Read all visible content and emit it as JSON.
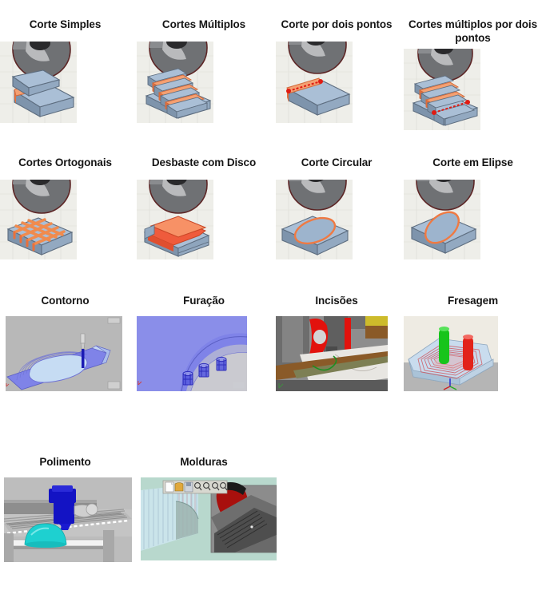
{
  "page": {
    "title_language": "pt-BR",
    "background_color": "#ffffff",
    "caption_color": "#151515",
    "rows": 4,
    "columns": 4
  },
  "items": [
    {
      "id": "corte-simples",
      "label": "Corte Simples",
      "row": 1,
      "col": 1,
      "image": "saw-blade-single-cut",
      "thumb_w": 96,
      "thumb_h": 102
    },
    {
      "id": "cortes-multiplos",
      "label": "Cortes Múltiplos",
      "row": 1,
      "col": 2,
      "image": "saw-blade-multi-cut",
      "thumb_w": 96,
      "thumb_h": 102
    },
    {
      "id": "corte-dois-pontos",
      "label": "Corte por dois pontos",
      "row": 1,
      "col": 3,
      "image": "saw-blade-two-point-cut",
      "thumb_w": 96,
      "thumb_h": 102
    },
    {
      "id": "cortes-mult-dois-pts",
      "label": "Cortes múltiplos por dois pontos",
      "row": 1,
      "col": 4,
      "image": "saw-blade-multi-two-point-cut",
      "thumb_w": 96,
      "thumb_h": 102
    },
    {
      "id": "cortes-ortogonais",
      "label": "Cortes Ortogonais",
      "row": 2,
      "col": 1,
      "image": "saw-blade-orthogonal-cuts",
      "thumb_w": 96,
      "thumb_h": 100
    },
    {
      "id": "desbaste-com-disco",
      "label": "Desbaste com Disco",
      "row": 2,
      "col": 2,
      "image": "saw-blade-disc-roughing",
      "thumb_w": 96,
      "thumb_h": 100
    },
    {
      "id": "corte-circular",
      "label": "Corte Circular",
      "row": 2,
      "col": 3,
      "image": "saw-blade-circular-cut",
      "thumb_w": 96,
      "thumb_h": 100
    },
    {
      "id": "corte-em-elipse",
      "label": "Corte em Elipse",
      "row": 2,
      "col": 4,
      "image": "saw-blade-ellipse-cut",
      "thumb_w": 96,
      "thumb_h": 100
    },
    {
      "id": "contorno",
      "label": "Contorno",
      "row": 3,
      "col": 1,
      "image": "cam-contour-toolpath",
      "thumb_w": 146,
      "thumb_h": 94
    },
    {
      "id": "furacao",
      "label": "Furação",
      "row": 3,
      "col": 2,
      "image": "cam-drilling-holes",
      "thumb_w": 138,
      "thumb_h": 94
    },
    {
      "id": "incisoes",
      "label": "Incisões",
      "row": 3,
      "col": 3,
      "image": "cnc-engraving-head",
      "thumb_w": 140,
      "thumb_h": 94
    },
    {
      "id": "fresagem",
      "label": "Fresagem",
      "row": 3,
      "col": 4,
      "image": "cam-pocket-milling",
      "thumb_w": 118,
      "thumb_h": 94
    },
    {
      "id": "polimento",
      "label": "Polimento",
      "row": 4,
      "col": 1,
      "image": "polishing-machine",
      "thumb_w": 160,
      "thumb_h": 106
    },
    {
      "id": "molduras",
      "label": "Molduras",
      "row": 4,
      "col": 2,
      "image": "moulding-profile-viewer",
      "thumb_w": 170,
      "thumb_h": 104
    }
  ],
  "palette": {
    "blade_dark": "#58595b",
    "blade_mid": "#7e8083",
    "blade_light": "#b9babc",
    "blade_rim": "#6a2a2a",
    "block_top": "#a8bdd4",
    "block_side": "#8097b0",
    "block_front": "#95aac2",
    "cut_orange": "#f4a072",
    "cut_orange_d": "#e8703c",
    "marker_red": "#e01b13",
    "cam_purple": "#7a7ee8",
    "cam_light": "#c3d7ef",
    "cam_bg": "#b8b8b8",
    "green_tool": "#16c41a",
    "red_tool": "#e2231a",
    "blue_tool": "#1515c8",
    "cyan_dome": "#1ed0d0",
    "machine_gray": "#a8a8a8",
    "paper_bg": "#eeeee9"
  }
}
